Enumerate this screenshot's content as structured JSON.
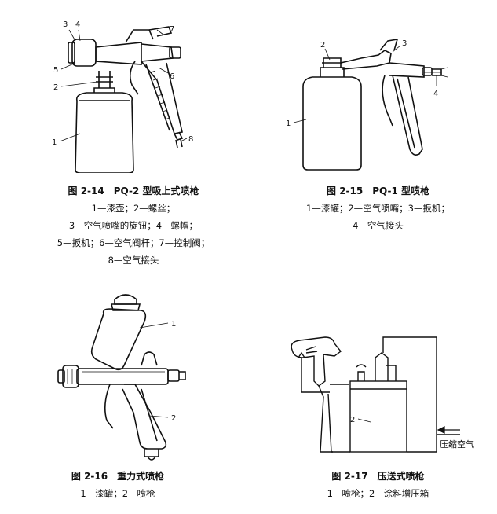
{
  "figures": [
    {
      "title": "图 2-14　PQ-2 型吸上式喷枪",
      "legend_lines": [
        "1—漆壶；2—螺丝；",
        "3—空气喷嘴的旋钮；4—螺帽；",
        "5—扳机；6—空气阀杆；7—控制阀；",
        "8—空气接头"
      ],
      "callouts": [
        "1",
        "2",
        "3",
        "4",
        "5",
        "6",
        "7",
        "8"
      ]
    },
    {
      "title": "图 2-15　PQ-1 型喷枪",
      "legend_lines": [
        "1—漆罐；2—空气喷嘴；3—扳机；",
        "4—空气接头"
      ],
      "callouts": [
        "1",
        "2",
        "3",
        "4"
      ]
    },
    {
      "title": "图 2-16　重力式喷枪",
      "legend_lines": [
        "1—漆罐；2—喷枪"
      ],
      "callouts": [
        "1",
        "2"
      ]
    },
    {
      "title": "图 2-17　压送式喷枪",
      "legend_lines": [
        "1—喷枪；2—涂料增压箱"
      ],
      "callouts": [
        "2"
      ],
      "arrow_label": "压缩空气"
    }
  ]
}
